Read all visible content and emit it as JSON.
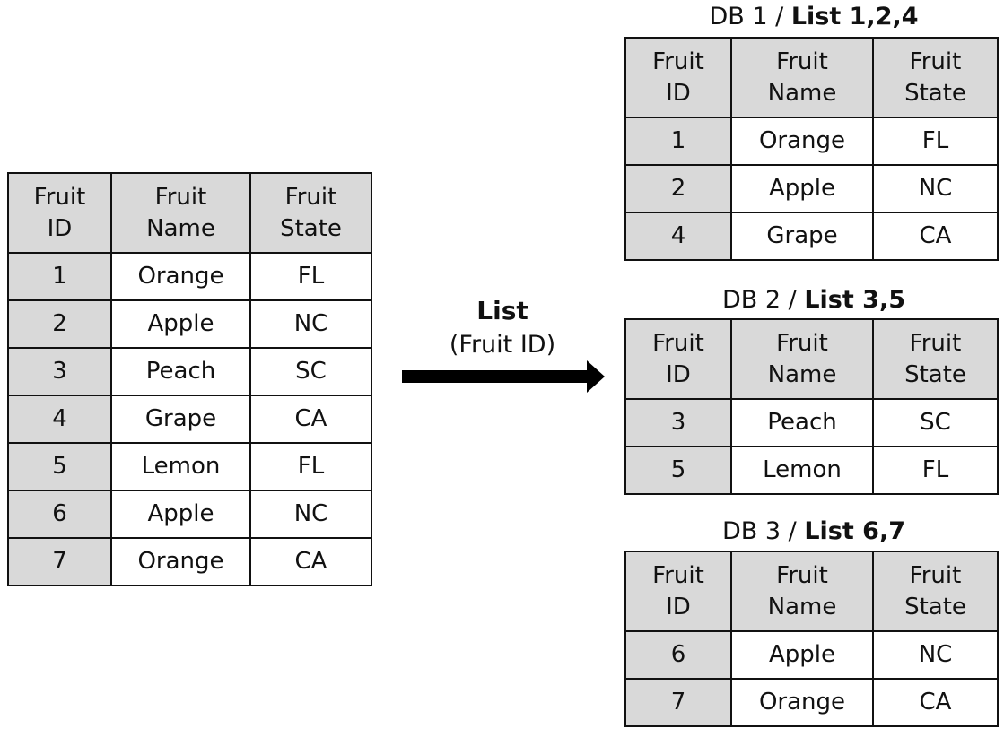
{
  "headers": {
    "id": [
      "Fruit",
      "ID"
    ],
    "name": [
      "Fruit",
      "Name"
    ],
    "state": [
      "Fruit",
      "State"
    ]
  },
  "source_table": {
    "rows": [
      {
        "id": "1",
        "name": "Orange",
        "state": "FL"
      },
      {
        "id": "2",
        "name": "Apple",
        "state": "NC"
      },
      {
        "id": "3",
        "name": "Peach",
        "state": "SC"
      },
      {
        "id": "4",
        "name": "Grape",
        "state": "CA"
      },
      {
        "id": "5",
        "name": "Lemon",
        "state": "FL"
      },
      {
        "id": "6",
        "name": "Apple",
        "state": "NC"
      },
      {
        "id": "7",
        "name": "Orange",
        "state": "CA"
      }
    ]
  },
  "arrow": {
    "label_bold": "List",
    "label": "(Fruit ID)"
  },
  "partitions": [
    {
      "db_label": "DB 1 / ",
      "list_label": "List 1,2,4",
      "rows": [
        {
          "id": "1",
          "name": "Orange",
          "state": "FL"
        },
        {
          "id": "2",
          "name": "Apple",
          "state": "NC"
        },
        {
          "id": "4",
          "name": "Grape",
          "state": "CA"
        }
      ]
    },
    {
      "db_label": "DB 2 / ",
      "list_label": "List 3,5",
      "rows": [
        {
          "id": "3",
          "name": "Peach",
          "state": "SC"
        },
        {
          "id": "5",
          "name": "Lemon",
          "state": "FL"
        }
      ]
    },
    {
      "db_label": "DB 3 / ",
      "list_label": "List 6,7",
      "rows": [
        {
          "id": "6",
          "name": "Apple",
          "state": "NC"
        },
        {
          "id": "7",
          "name": "Orange",
          "state": "CA"
        }
      ]
    }
  ]
}
